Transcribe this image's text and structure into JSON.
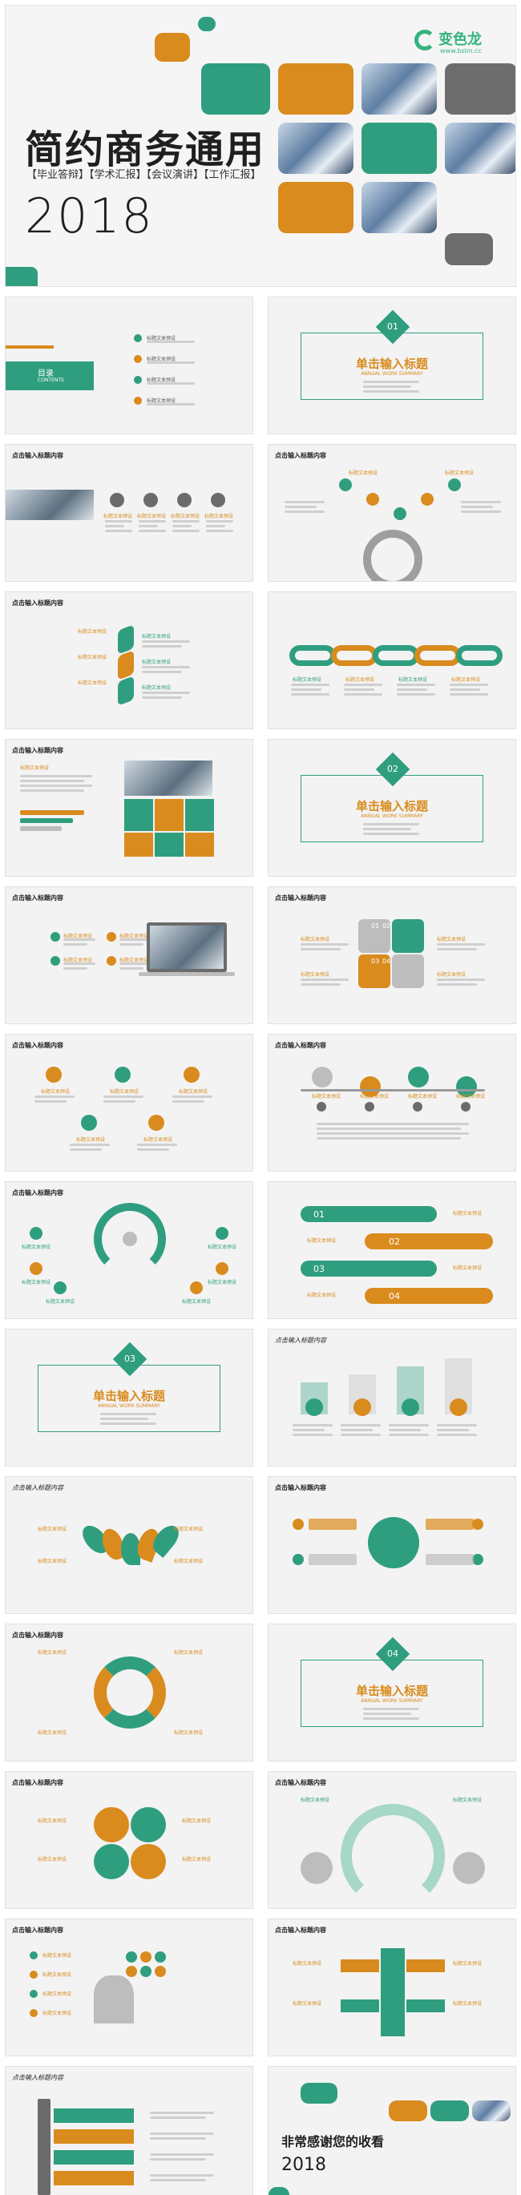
{
  "cover": {
    "title": "简约商务通用",
    "tags": "【毕业答辩】【学术汇报】【会议演讲】【工作汇报】",
    "year": "2018",
    "logo_name": "变色龙",
    "logo_url": "www.bslm.cc"
  },
  "slides": {
    "toc_label": "目录",
    "toc_sub": "CONTENTS",
    "toc_item": "标题文本预设",
    "header": "点击输入标题内容",
    "text_label": "标题文本预设",
    "section_title": "单击输入标题",
    "section_sub": "ANNUAL WORK SUMMARY",
    "section_numbers": [
      "01",
      "02",
      "03",
      "04"
    ],
    "step_numbers": [
      "01",
      "02",
      "03",
      "04"
    ],
    "quad_numbers": [
      "01",
      "02",
      "03",
      "04"
    ]
  },
  "ending": {
    "title": "非常感谢您的收看",
    "year": "2018"
  }
}
